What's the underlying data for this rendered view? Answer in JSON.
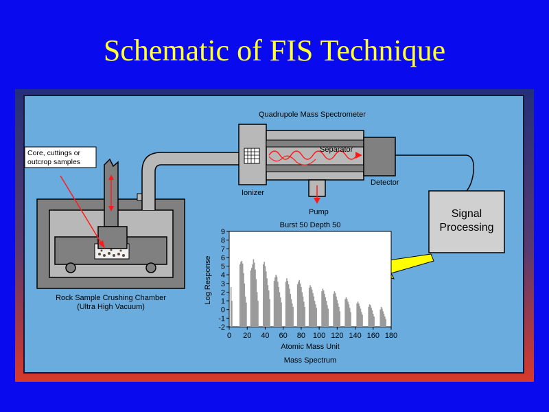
{
  "title": "Schematic of FIS Technique",
  "labels": {
    "spectrometer": "Quadrupole Mass Spectrometer",
    "separator": "Separator",
    "ionizer": "Ionizer",
    "detector": "Detector",
    "pump": "Pump",
    "samples_line1": "Core, cuttings or",
    "samples_line2": "outcrop samples",
    "chamber_line1": "Rock Sample Crushing Chamber",
    "chamber_line2": "(Ultra High Vacuum)",
    "signal_line1": "Signal",
    "signal_line2": "Processing"
  },
  "colors": {
    "background": "#0a0aee",
    "title": "#ffff33",
    "panel": "#6aacde",
    "arrow_red": "#ff1a1a",
    "yellow_arrow": "#ffff00"
  },
  "chart_data": {
    "type": "bar",
    "title": "Burst 50   Depth 50",
    "xlabel": "Atomic Mass Unit",
    "ylabel": "Log Response",
    "caption": "Mass Spectrum",
    "xlim": [
      0,
      180
    ],
    "ylim": [
      -2,
      9
    ],
    "xticks": [
      0,
      20,
      40,
      60,
      80,
      100,
      120,
      140,
      160,
      180
    ],
    "yticks": [
      -2,
      -1,
      0,
      1,
      2,
      3,
      4,
      5,
      6,
      7,
      8,
      9
    ],
    "x": [
      2,
      3,
      12,
      13,
      14,
      15,
      16,
      17,
      18,
      19,
      24,
      25,
      26,
      27,
      28,
      29,
      30,
      31,
      32,
      38,
      39,
      40,
      41,
      42,
      43,
      44,
      45,
      50,
      51,
      52,
      53,
      54,
      55,
      56,
      57,
      58,
      63,
      64,
      65,
      66,
      67,
      68,
      69,
      70,
      71,
      76,
      77,
      78,
      79,
      80,
      81,
      82,
      83,
      84,
      89,
      90,
      91,
      92,
      93,
      94,
      95,
      96,
      97,
      103,
      104,
      105,
      106,
      107,
      108,
      109,
      110,
      116,
      117,
      118,
      119,
      120,
      121,
      122,
      123,
      129,
      130,
      131,
      132,
      133,
      134,
      135,
      142,
      143,
      144,
      145,
      146,
      147,
      148,
      155,
      156,
      157,
      158,
      159,
      160,
      161,
      168,
      169,
      170,
      171,
      172,
      173,
      174
    ],
    "values": [
      2.6,
      1,
      5.2,
      5.5,
      5.6,
      5.3,
      4.2,
      3,
      1.5,
      0.8,
      4.5,
      4.8,
      5.2,
      5.8,
      5.4,
      4.6,
      3.5,
      2,
      1,
      5.2,
      5.5,
      5,
      4.4,
      3.6,
      2.8,
      2.2,
      1.2,
      3.3,
      3.7,
      4,
      3.8,
      3.2,
      2.6,
      2,
      1.4,
      0.8,
      3.2,
      3.6,
      3.3,
      2.9,
      2.4,
      1.8,
      1.2,
      0.7,
      0.3,
      2.9,
      3.2,
      3.4,
      3,
      2.6,
      2,
      1.5,
      0.9,
      0.3,
      2.5,
      2.8,
      2.6,
      2.3,
      1.9,
      1.5,
      1,
      0.6,
      0.2,
      2.1,
      2.4,
      2.2,
      1.8,
      1.4,
      1,
      0.5,
      0.1,
      1.8,
      2.1,
      1.9,
      1.5,
      1.1,
      0.7,
      0.3,
      -0.2,
      1.2,
      1.4,
      1.2,
      0.9,
      0.6,
      0.2,
      -0.3,
      0.7,
      0.9,
      0.7,
      0.4,
      0.1,
      -0.3,
      -0.6,
      0.3,
      0.6,
      0.5,
      0.2,
      -0.1,
      -0.5,
      -0.8,
      0,
      0.3,
      0.1,
      -0.2,
      -0.5,
      -0.8,
      -1.1
    ]
  }
}
